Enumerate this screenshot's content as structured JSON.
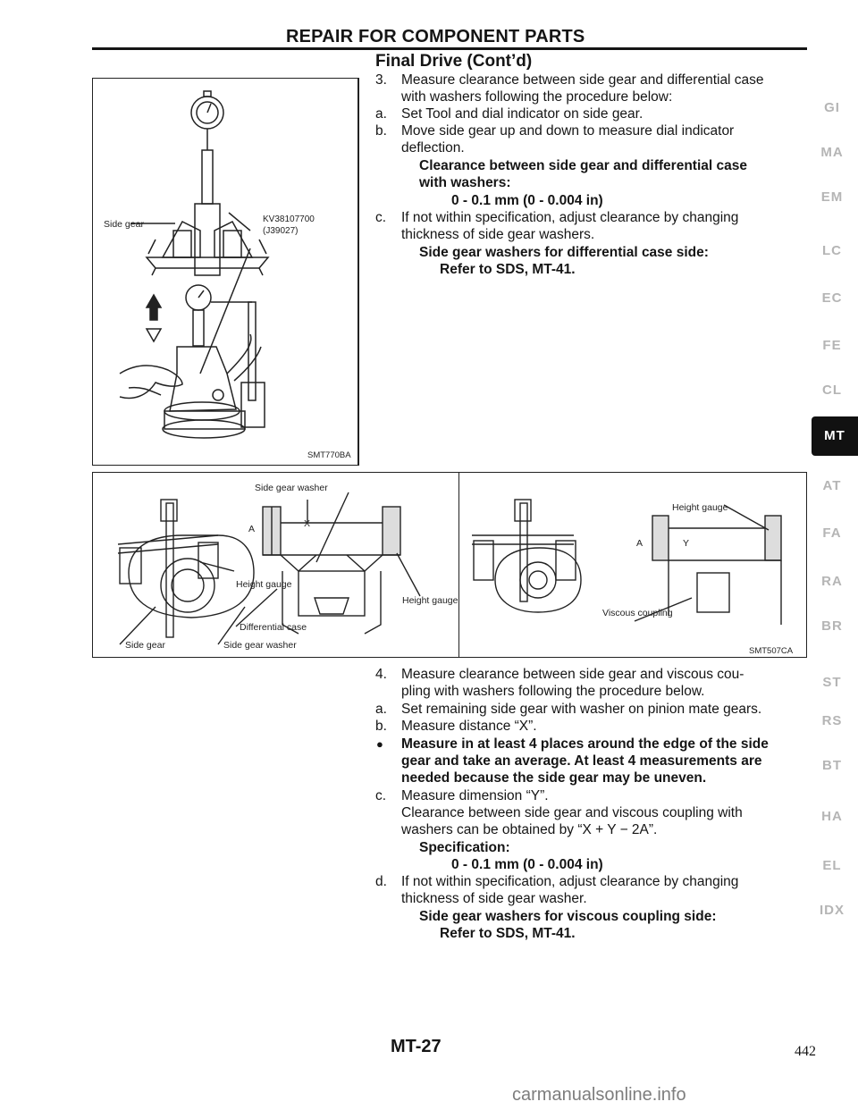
{
  "header": {
    "title": "REPAIR FOR COMPONENT PARTS",
    "section": "Final Drive (Cont’d)"
  },
  "figure1": {
    "side_gear_label": "Side gear",
    "tool_label": "KV38107700",
    "tool_alt": "(J39027)",
    "code": "SMT770BA"
  },
  "figure2": {
    "side_gear_washer_top": "Side gear washer",
    "a_label": "A",
    "x_label": "X",
    "height_gauge_left": "Height gauge",
    "height_gauge_mid": "Height gauge",
    "differential_case": "Differential case",
    "side_gear": "Side gear",
    "side_gear_washer_bottom": "Side gear washer",
    "height_gauge_right": "Height gauge",
    "a_label_right": "A",
    "y_label": "Y",
    "viscous_coupling": "Viscous coupling",
    "code": "SMT507CA"
  },
  "step3": {
    "num": "3.",
    "lines": [
      "Measure clearance between side gear and differential case",
      "with washers following the procedure below:"
    ],
    "a_mark": "a.",
    "a_text": "Set Tool and dial indicator on side gear.",
    "b_mark": "b.",
    "b_lines": [
      "Move side gear up and down to measure dial indicator",
      "deflection."
    ],
    "spec_lines": [
      "Clearance between side gear and differential case",
      "with washers:"
    ],
    "spec_value": "0 - 0.1 mm (0 - 0.004 in)",
    "c_mark": "c.",
    "c_lines": [
      "If not within specification, adjust clearance by changing",
      "thickness of side gear washers."
    ],
    "washer_title": "Side gear washers for differential case side:",
    "washer_ref": "Refer to SDS, MT-41."
  },
  "step4": {
    "num": "4.",
    "lines": [
      "Measure clearance between side gear and viscous cou-",
      "pling with washers following the procedure below."
    ],
    "a_mark": "a.",
    "a_text": "Set remaining side gear with washer on pinion mate gears.",
    "b_mark": "b.",
    "b_text": "Measure distance “X”.",
    "bullet": "●",
    "bullet_lines": [
      "Measure in at least 4 places around the edge of the side",
      "gear and take an average. At least 4 measurements are",
      "needed because the side gear may be uneven."
    ],
    "c_mark": "c.",
    "c_lines": [
      "Measure dimension “Y”.",
      "Clearance between side gear and viscous coupling with",
      "washers can be obtained by “X + Y − 2A”."
    ],
    "spec_title": "Specification:",
    "spec_value": "0 - 0.1 mm (0 - 0.004 in)",
    "d_mark": "d.",
    "d_lines": [
      "If not within specification, adjust clearance by changing",
      "thickness of side gear washer."
    ],
    "washer_title": "Side gear washers for viscous coupling side:",
    "washer_ref": "Refer to SDS, MT-41."
  },
  "side_tabs": [
    "GI",
    "MA",
    "EM",
    "LC",
    "EC",
    "FE",
    "CL",
    "MT",
    "AT",
    "FA",
    "RA",
    "BR",
    "ST",
    "RS",
    "BT",
    "HA",
    "EL",
    "IDX"
  ],
  "footer": {
    "page_ref": "MT-27",
    "page_number": "442",
    "watermark": "carmanualsonline.info"
  }
}
